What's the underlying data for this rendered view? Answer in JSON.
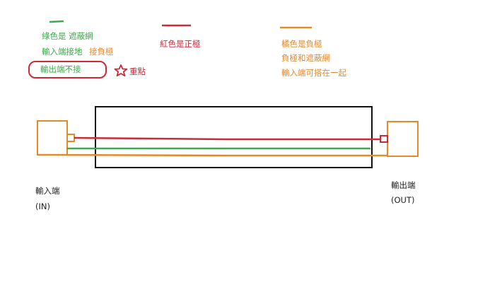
{
  "legend": {
    "green": {
      "line1": "綠色是 遮蔽網",
      "line2a": "輸入端接地",
      "line2b": "接負極",
      "line3": "輸出端不接",
      "note": "重點"
    },
    "red": {
      "line1": "紅色是正極"
    },
    "orange": {
      "line1": "橘色是負極",
      "line2": "負極和遮蔽網",
      "line3": "輸入端可搭在一起"
    }
  },
  "terminals": {
    "input": {
      "label": "輸入端",
      "sub": "(IN)"
    },
    "output": {
      "label": "輸出端",
      "sub": "(OUT)"
    }
  },
  "colors": {
    "green": "#3aab4a",
    "red": "#cc2a36",
    "orange": "#e58a2c",
    "black": "#111111"
  }
}
